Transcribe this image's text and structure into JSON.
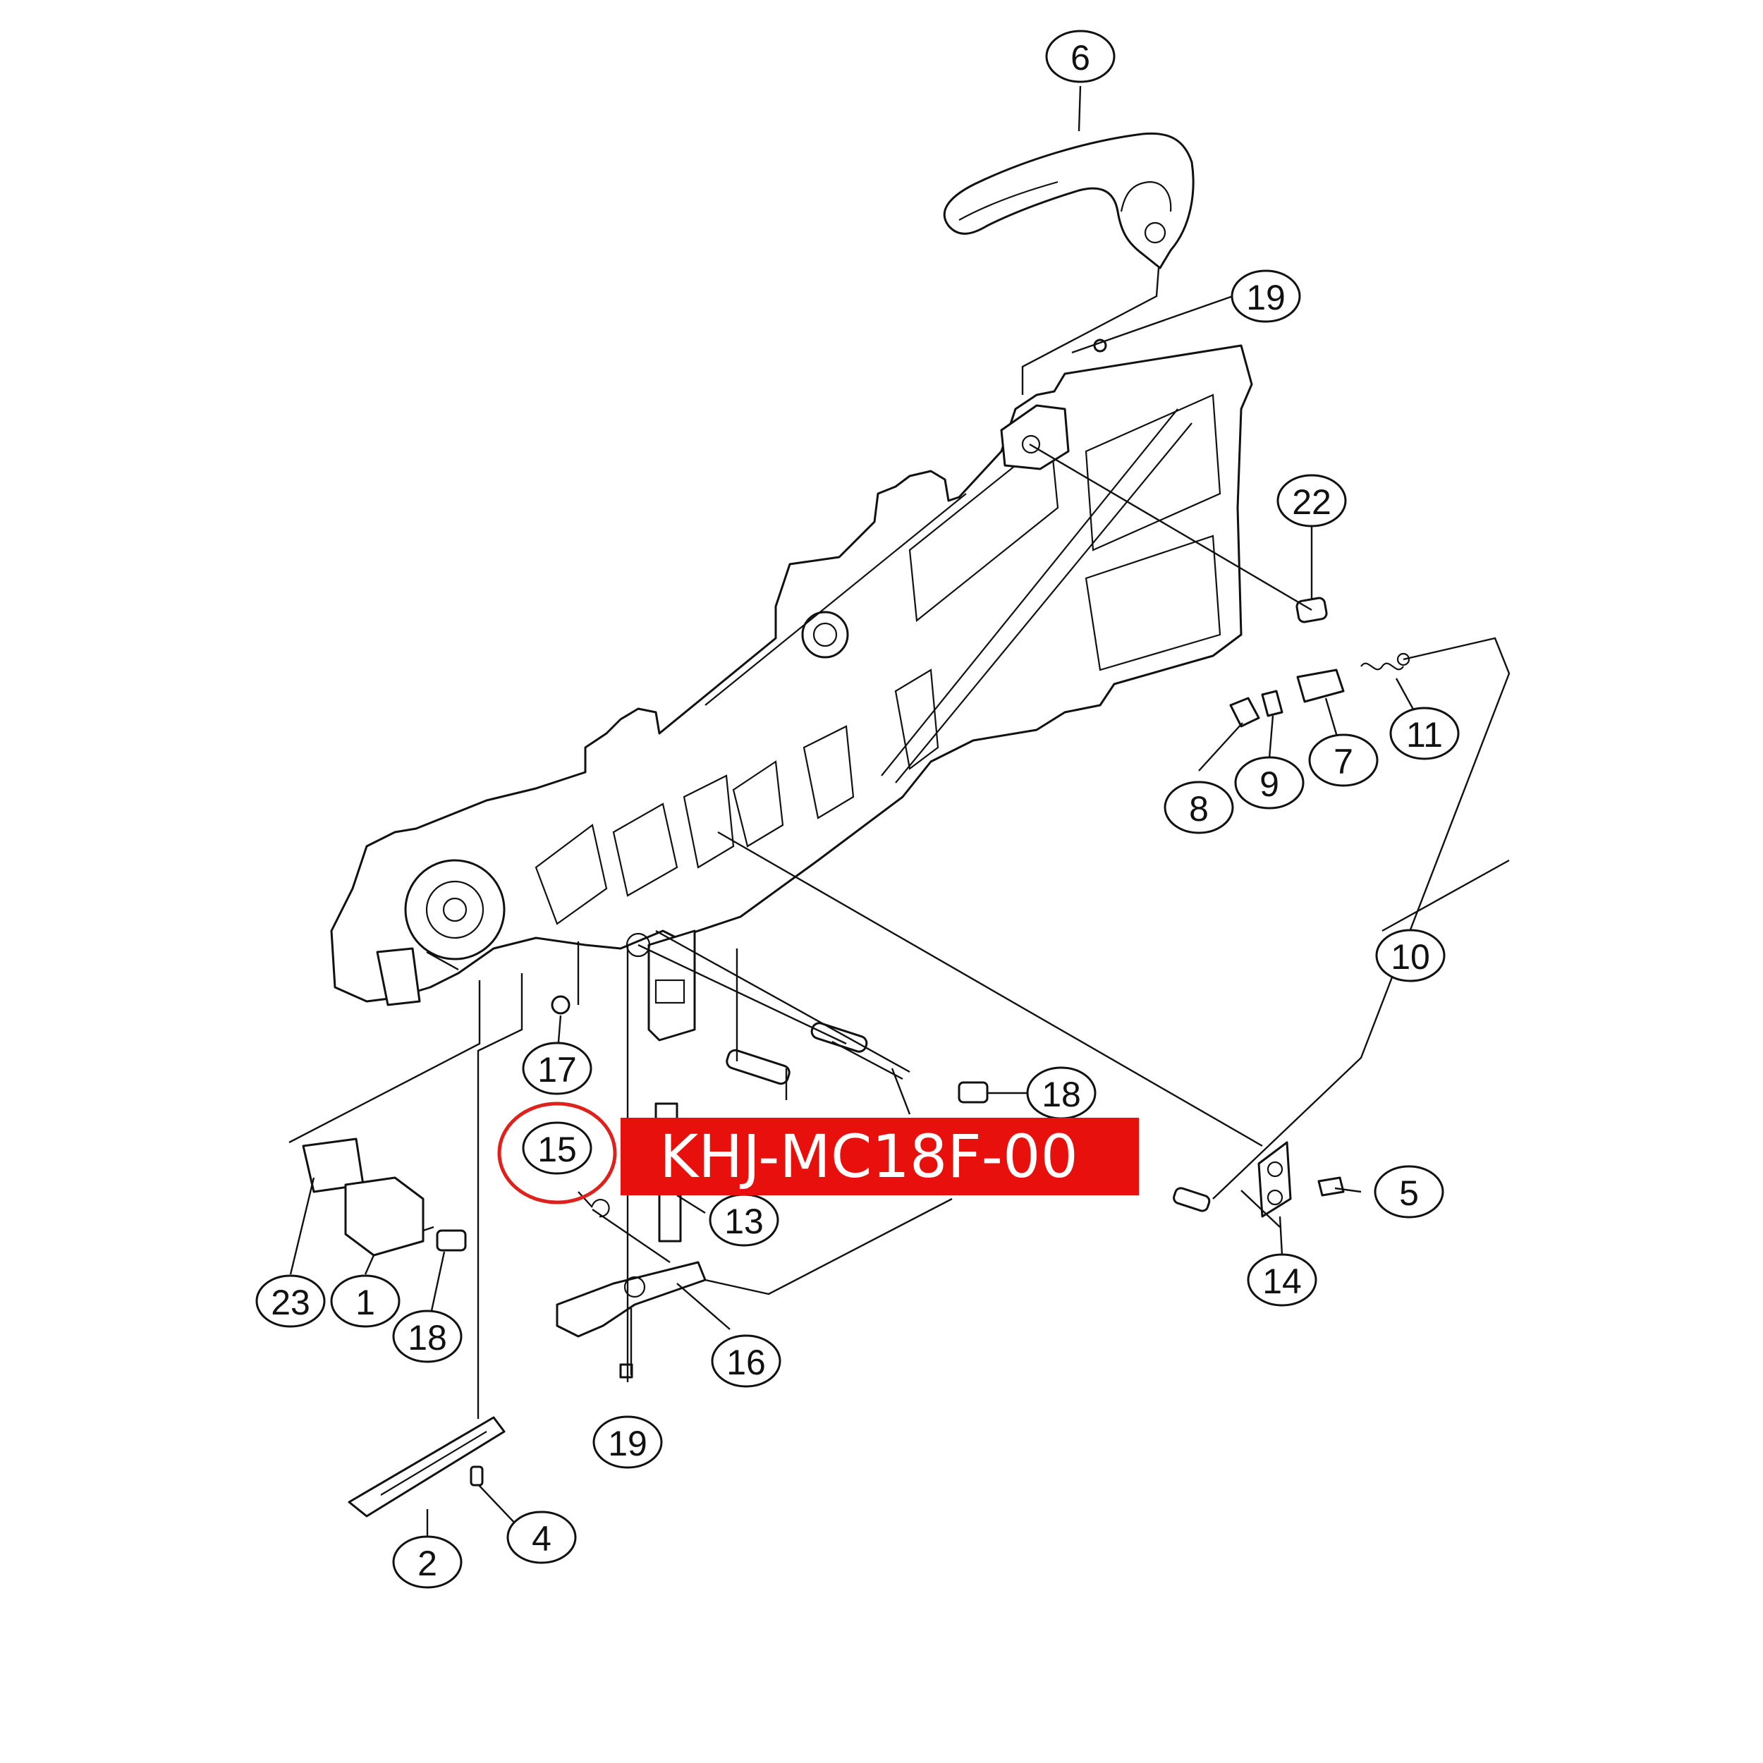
{
  "diagram": {
    "callouts": [
      {
        "id": "6",
        "label": "6"
      },
      {
        "id": "19a",
        "label": "19"
      },
      {
        "id": "22",
        "label": "22"
      },
      {
        "id": "11",
        "label": "11"
      },
      {
        "id": "7",
        "label": "7"
      },
      {
        "id": "9",
        "label": "9"
      },
      {
        "id": "8",
        "label": "8"
      },
      {
        "id": "10",
        "label": "10"
      },
      {
        "id": "17",
        "label": "17"
      },
      {
        "id": "15",
        "label": "15"
      },
      {
        "id": "18a",
        "label": "18"
      },
      {
        "id": "13",
        "label": "13"
      },
      {
        "id": "5",
        "label": "5"
      },
      {
        "id": "14",
        "label": "14"
      },
      {
        "id": "23",
        "label": "23"
      },
      {
        "id": "1",
        "label": "1"
      },
      {
        "id": "18b",
        "label": "18"
      },
      {
        "id": "16",
        "label": "16"
      },
      {
        "id": "19b",
        "label": "19"
      },
      {
        "id": "2",
        "label": "2"
      },
      {
        "id": "4",
        "label": "4"
      }
    ],
    "highlighted_part": "15",
    "part_number": "KHJ-MC18F-00"
  },
  "colors": {
    "highlight": "#e0201a",
    "banner": "#e8100c",
    "line": "#111111"
  }
}
